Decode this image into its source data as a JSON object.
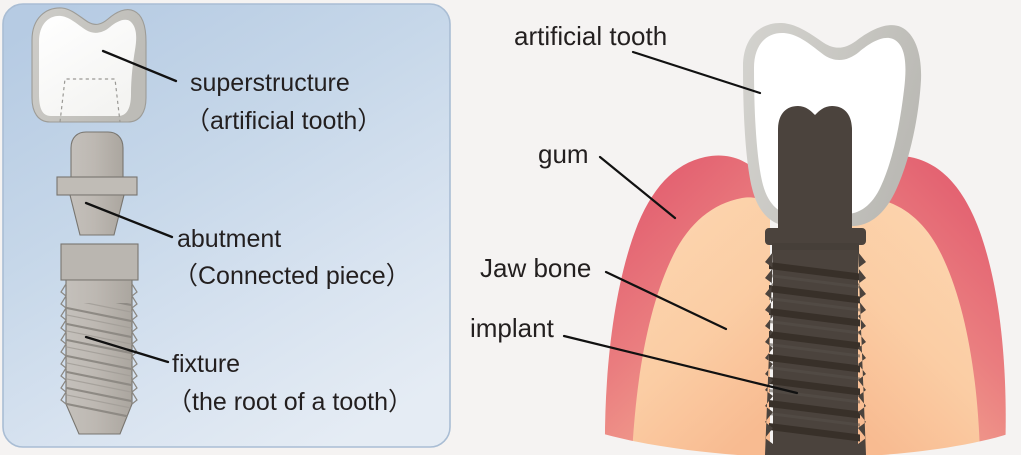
{
  "figure": {
    "title": "Dental implant structure diagram",
    "background_color": "#f5f3f2"
  },
  "left_panel": {
    "name": "exploded-implant-components",
    "box": {
      "fill_top": "#b9cde4",
      "fill_bottom": "#dfe7f0",
      "border_color": "#aabdd4",
      "corner_radius": 18
    },
    "labels": [
      {
        "id": "superstructure",
        "line1": "superstructure",
        "line2": "（artificial tooth）"
      },
      {
        "id": "abutment",
        "line1": "abutment",
        "line2": "（Connected piece）"
      },
      {
        "id": "fixture",
        "line1": "fixture",
        "line2": "（the root of a tooth）"
      }
    ],
    "parts": [
      {
        "id": "crown",
        "name": "artificial-crown",
        "shell_color": "#c9c8c4",
        "body_color": "#fbfbfa"
      },
      {
        "id": "abutment",
        "name": "abutment-part",
        "fill_color": "#bdb9b4",
        "stroke_color": "#6f6d69"
      },
      {
        "id": "fixture",
        "name": "fixture-screw",
        "fill_color": "#b3aea8",
        "stroke_color": "#6f6d69"
      }
    ]
  },
  "right_panel": {
    "name": "implant-in-jaw-cross-section",
    "labels": [
      {
        "id": "artificial-tooth",
        "text": "artificial tooth"
      },
      {
        "id": "gum",
        "text": "gum"
      },
      {
        "id": "jaw-bone",
        "text": "Jaw bone"
      },
      {
        "id": "implant",
        "text": "implant"
      }
    ],
    "parts": [
      {
        "id": "crown",
        "name": "artificial-tooth-crown",
        "shell_color": "#c9c8c4",
        "body_color": "#ffffff"
      },
      {
        "id": "gum",
        "name": "gum-tissue",
        "fill_top": "#e2596c",
        "fill_bottom": "#f0a08e"
      },
      {
        "id": "jaw-bone",
        "name": "jaw-bone",
        "fill_top": "#fbd3ab",
        "fill_bottom": "#f8bd93"
      },
      {
        "id": "implant",
        "name": "implant-screw",
        "fill_color": "#4b423d",
        "thread_shadow": "#3b332f",
        "post_color": "#4b433d"
      }
    ]
  },
  "style": {
    "label_color": "#231f1f",
    "leader_line_color": "#111111",
    "label_font_size_left": 25,
    "label_font_size_right": 25
  }
}
